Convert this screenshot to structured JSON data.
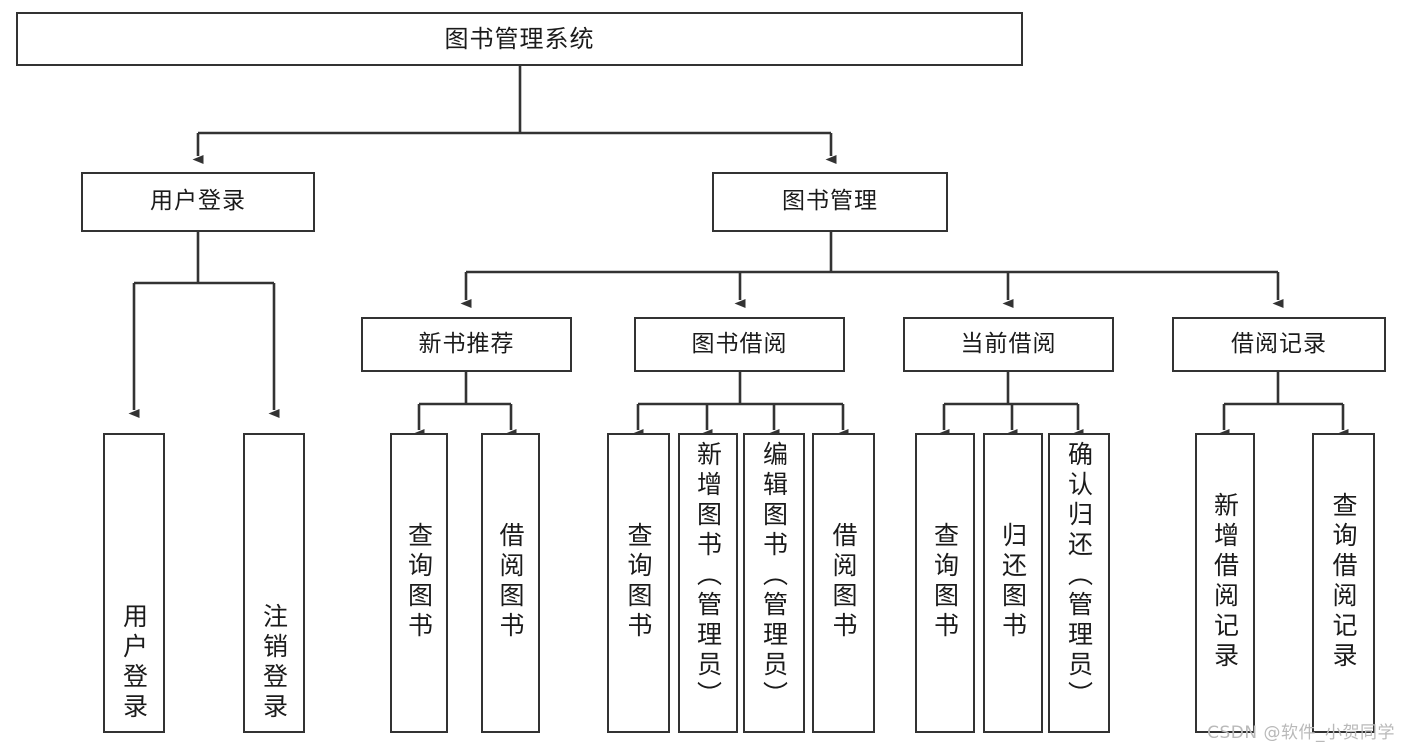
{
  "diagram": {
    "title": "图书管理系统",
    "type": "tree-hierarchy",
    "background_color": "#ffffff",
    "line_color": "#333333",
    "box_fill": "#ffffff",
    "text_color": "#1b1b1b"
  },
  "watermark": {
    "text": "CSDN @软件_小贺同学",
    "color": "#b9b9b9"
  },
  "nodes": {
    "root": {
      "label": "图书管理系统"
    },
    "level2": [
      {
        "label": "用户登录"
      },
      {
        "label": "图书管理"
      }
    ],
    "level3": [
      {
        "label": "新书推荐"
      },
      {
        "label": "图书借阅"
      },
      {
        "label": "当前借阅"
      },
      {
        "label": "借阅记录"
      }
    ],
    "leaves": {
      "user_login": [
        {
          "label": "用户登录"
        },
        {
          "label": "注销登录"
        }
      ],
      "new_book_recommend": [
        {
          "label": "查询图书"
        },
        {
          "label": "借阅图书"
        }
      ],
      "book_borrow": [
        {
          "label": "查询图书"
        },
        {
          "label": "新增图书（管理员）"
        },
        {
          "label": "编辑图书（管理员）"
        },
        {
          "label": "借阅图书"
        }
      ],
      "current_borrow": [
        {
          "label": "查询图书"
        },
        {
          "label": "归还图书"
        },
        {
          "label": "确认归还（管理员）"
        }
      ],
      "borrow_record": [
        {
          "label": "新增借阅记录"
        },
        {
          "label": "查询借阅记录"
        }
      ]
    }
  }
}
